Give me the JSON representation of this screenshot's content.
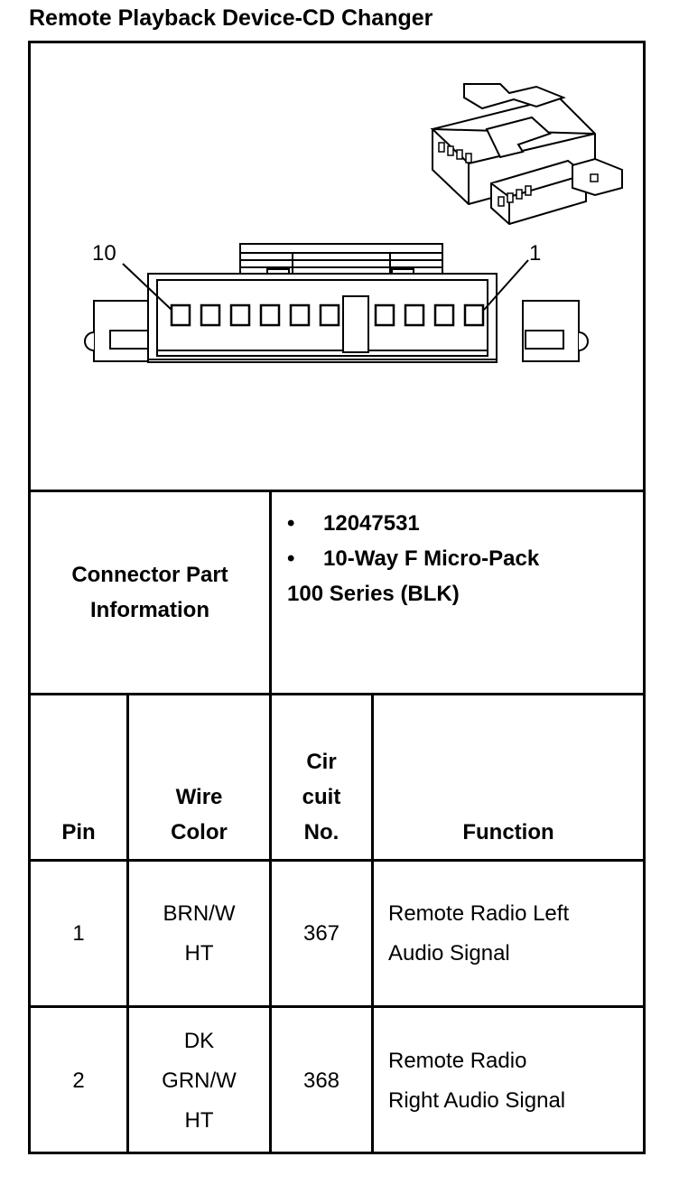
{
  "title": "Remote Playback Device-CD Changer",
  "diagram": {
    "pin_left_label": "10",
    "pin_right_label": "1"
  },
  "connector_info": {
    "label_line1": "Connector Part",
    "label_line2": "Information",
    "bullet_symbol": "•",
    "part_number": "12047531",
    "description_line1": "10-Way F Micro-Pack",
    "description_line2": "100 Series (BLK)"
  },
  "table": {
    "headers": {
      "pin": "Pin",
      "wire_color_line1": "Wire",
      "wire_color_line2": "Color",
      "circuit_line1": "Cir",
      "circuit_line2": "cuit",
      "circuit_line3": "No.",
      "function": "Function"
    },
    "rows": [
      {
        "pin": "1",
        "wire_line1": "BRN/W",
        "wire_line2": "HT",
        "circuit": "367",
        "function_line1": "Remote Radio Left",
        "function_line2": "Audio Signal"
      },
      {
        "pin": "2",
        "wire_line1": "DK",
        "wire_line2": "GRN/W",
        "wire_line3": "HT",
        "circuit": "368",
        "function_line1": "Remote Radio",
        "function_line2": "Right Audio Signal"
      }
    ]
  }
}
